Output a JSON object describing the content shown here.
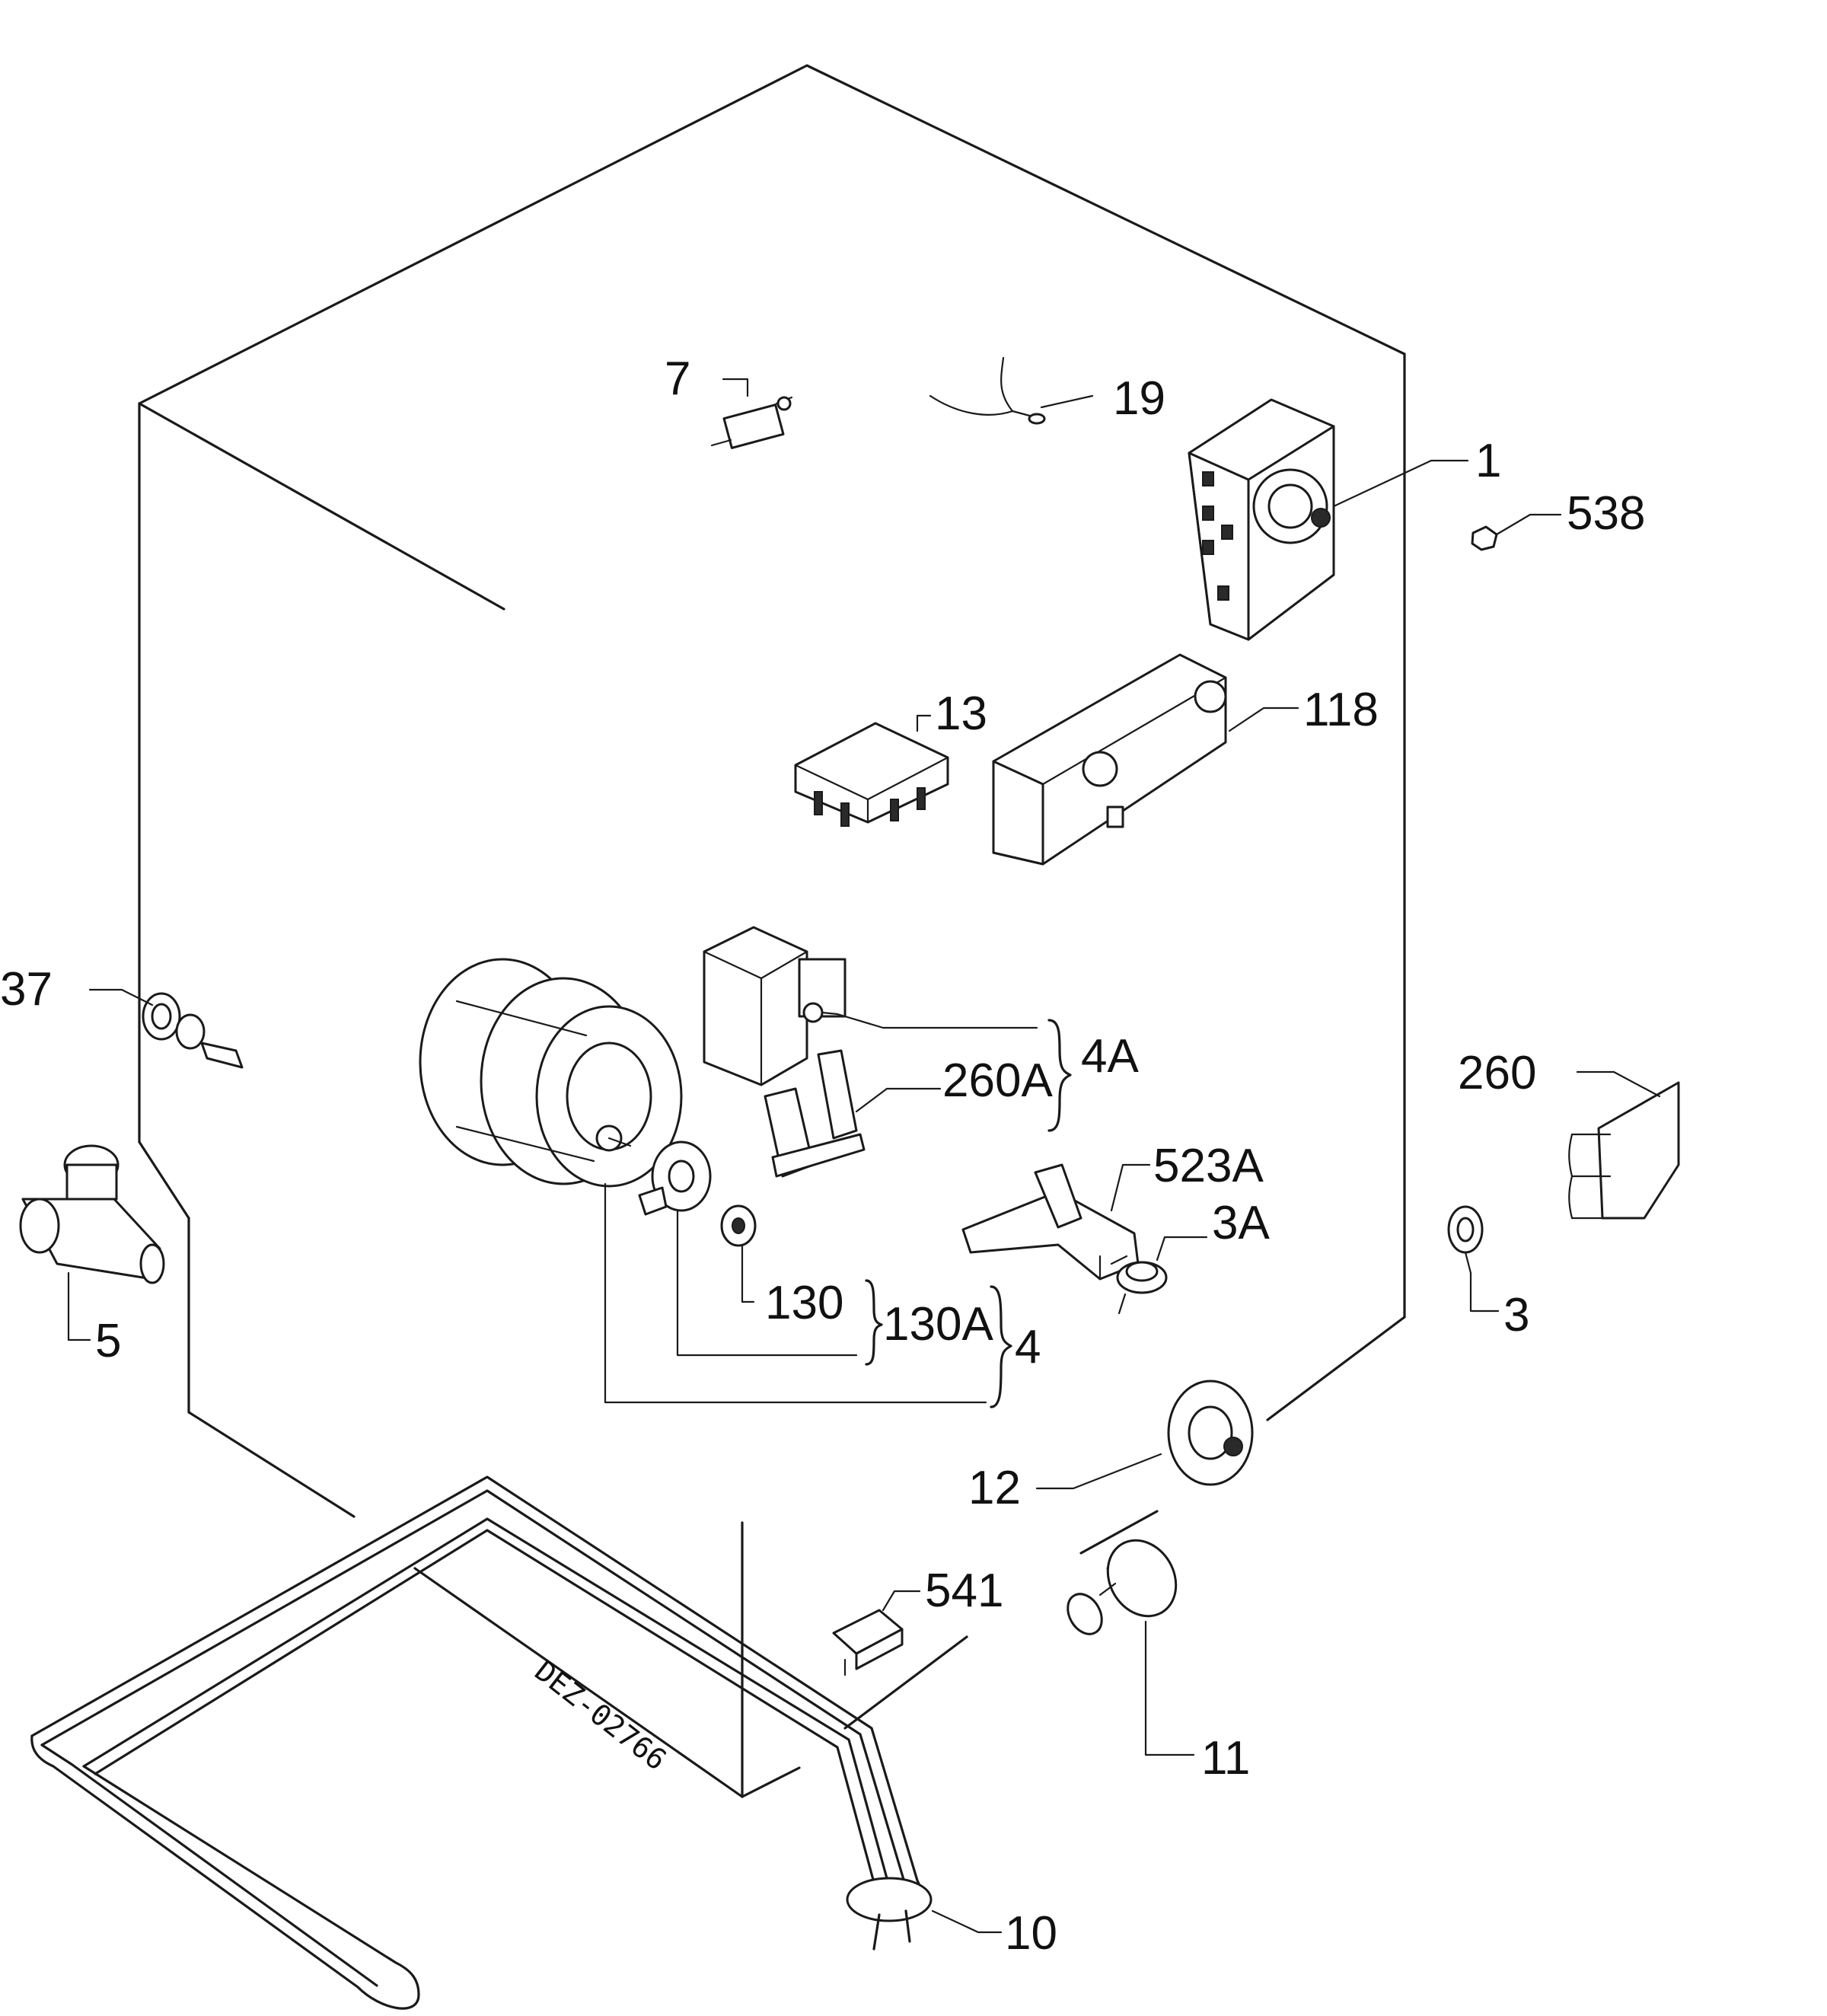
{
  "diagram": {
    "drawing_code": "DEZ-02766",
    "callouts": [
      {
        "id": "p7",
        "label": "7"
      },
      {
        "id": "p19",
        "label": "19"
      },
      {
        "id": "p1",
        "label": "1"
      },
      {
        "id": "p538",
        "label": "538"
      },
      {
        "id": "p13",
        "label": "13"
      },
      {
        "id": "p118",
        "label": "118"
      },
      {
        "id": "p37",
        "label": "37"
      },
      {
        "id": "p4A",
        "label": "4A"
      },
      {
        "id": "p260A",
        "label": "260A"
      },
      {
        "id": "p260",
        "label": "260"
      },
      {
        "id": "p523A",
        "label": "523A"
      },
      {
        "id": "p3A",
        "label": "3A"
      },
      {
        "id": "p3",
        "label": "3"
      },
      {
        "id": "p5",
        "label": "5"
      },
      {
        "id": "p130",
        "label": "130"
      },
      {
        "id": "p130A",
        "label": "130A"
      },
      {
        "id": "p4",
        "label": "4"
      },
      {
        "id": "p12",
        "label": "12"
      },
      {
        "id": "p541",
        "label": "541"
      },
      {
        "id": "p11",
        "label": "11"
      },
      {
        "id": "p10",
        "label": "10"
      }
    ]
  }
}
